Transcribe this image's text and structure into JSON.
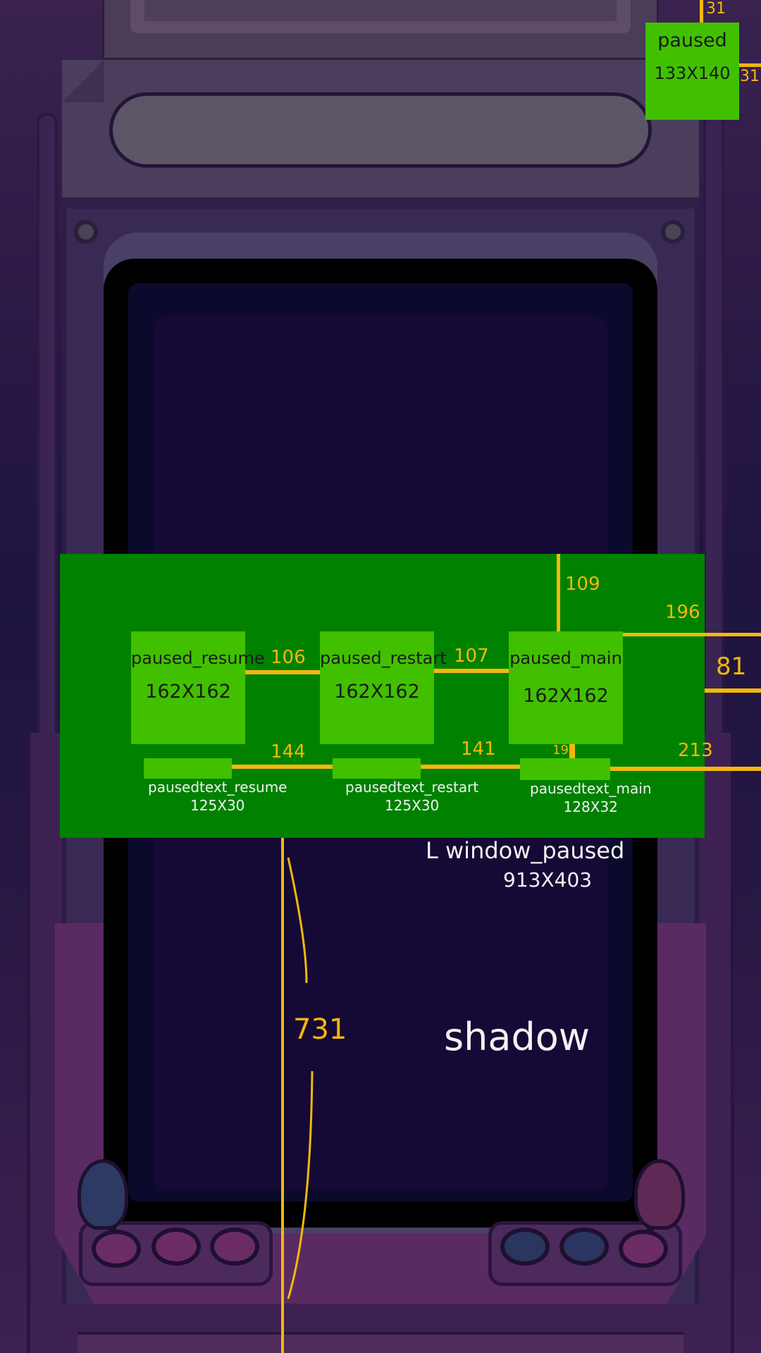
{
  "colors": {
    "window_green": "#008100",
    "sprite_green": "#41c000",
    "dimension_line": "#f5b80a",
    "annotation_text": "#f2f2f2",
    "cabinet_purple": "#3e2153",
    "screen_background": "#150a35"
  },
  "paused_icon": {
    "label": "paused",
    "size": "133X140",
    "dim_top": "31",
    "dim_right": "31"
  },
  "window": {
    "label": "window_paused",
    "size": "913X403",
    "prefix": "L"
  },
  "buttons": [
    {
      "label": "paused_resume",
      "size": "162X162",
      "icon": "resume-icon"
    },
    {
      "label": "paused_restart",
      "size": "162X162",
      "icon": "restart-icon"
    },
    {
      "label": "paused_main",
      "size": "162X162",
      "icon": "main-menu-icon"
    }
  ],
  "button_labels": [
    {
      "label": "pausedtext_resume",
      "size": "125X30"
    },
    {
      "label": "pausedtext_restart",
      "size": "125X30"
    },
    {
      "label": "pausedtext_main",
      "size": "128X32"
    }
  ],
  "dimensions": {
    "top_to_button": "109",
    "right_top": "196",
    "right_button": "81",
    "gap_buttons_1": "106",
    "gap_buttons_2": "107",
    "gap_labels_1": "144",
    "gap_labels_2": "141",
    "button_to_label": "19",
    "right_label": "213",
    "window_to_bottom": "731"
  },
  "overlay_caption": "shadow"
}
